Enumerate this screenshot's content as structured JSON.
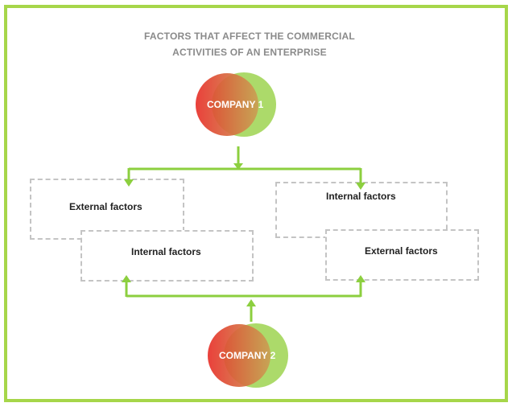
{
  "title": {
    "line1": "FACTORS THAT AFFECT THE COMMERCIAL",
    "line2": "ACTIVITIES OF AN ENTERPRISE"
  },
  "company1": {
    "label": "COMPANY 1"
  },
  "company2": {
    "label": "COMPANY 2"
  },
  "boxes": {
    "c1_external": "External factors",
    "c1_internal": "Internal factors",
    "c2_internal": "Internal factors",
    "c2_external": "External factors"
  },
  "colors": {
    "frame": "#a6d64a",
    "connector": "#8ccf3f",
    "circle_red": "#e8302a",
    "circle_green": "#a3d65a",
    "title": "#8a8a8a",
    "box_border": "#c4c4c4"
  }
}
